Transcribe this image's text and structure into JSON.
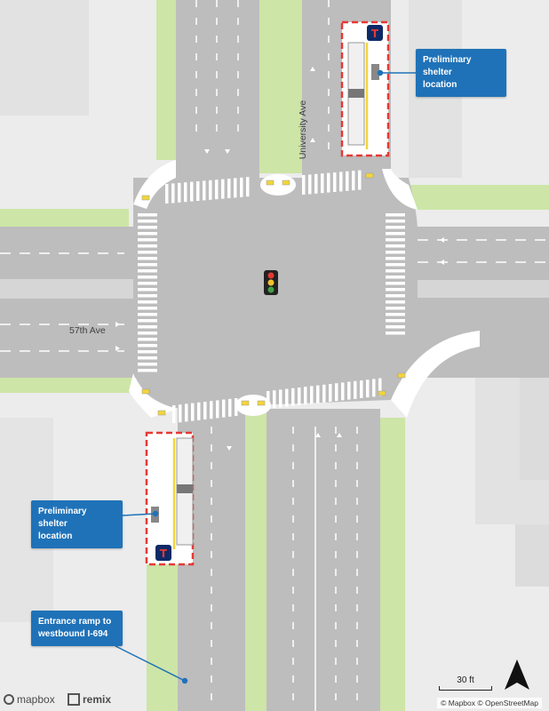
{
  "callouts": [
    {
      "id": "top",
      "text1": "Preliminary shelter",
      "text2": "location"
    },
    {
      "id": "left",
      "text1": "Preliminary shelter",
      "text2": "location"
    },
    {
      "id": "ramp",
      "text1": "Entrance ramp to",
      "text2": "westbound I-694"
    }
  ],
  "streets": {
    "vertical": "University Ave",
    "horizontal": "57th Ave"
  },
  "scale_label": "30 ft",
  "attribution": "© Mapbox © OpenStreetMap",
  "brands": {
    "mapbox": "mapbox",
    "remix": "remix"
  },
  "colors": {
    "road": "#bdbdbd",
    "median": "#cde5a7",
    "ground": "#ececec",
    "callout": "#1f72b8",
    "stop_outline": "#e53935",
    "bus_line": "#f2d53c"
  }
}
